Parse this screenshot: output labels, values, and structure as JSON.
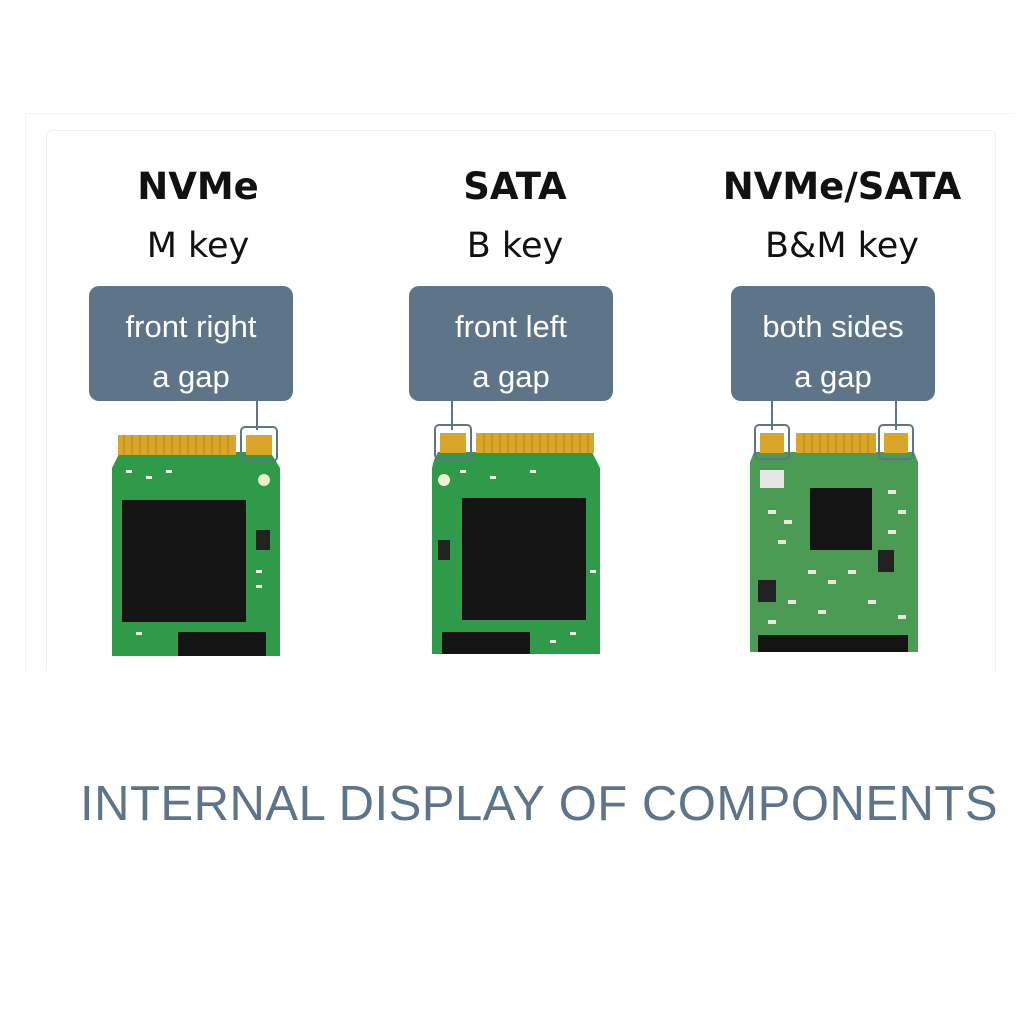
{
  "cards": [
    {
      "title": "NVMe",
      "key": "M key",
      "note_line1": "front right",
      "note_line2": "a gap"
    },
    {
      "title": "SATA",
      "key": "B key",
      "note_line1": "front left",
      "note_line2": "a gap"
    },
    {
      "title": "NVMe/SATA",
      "key": "B&M key",
      "note_line1": "both sides",
      "note_line2": "a gap"
    }
  ],
  "heading": "INTERNAL DISPLAY OF COMPONENTS",
  "colors": {
    "accent": "#5e7589",
    "pcb_green": "#2f9a4a",
    "gold_contact": "#d9a62a",
    "chip": "#141414"
  }
}
